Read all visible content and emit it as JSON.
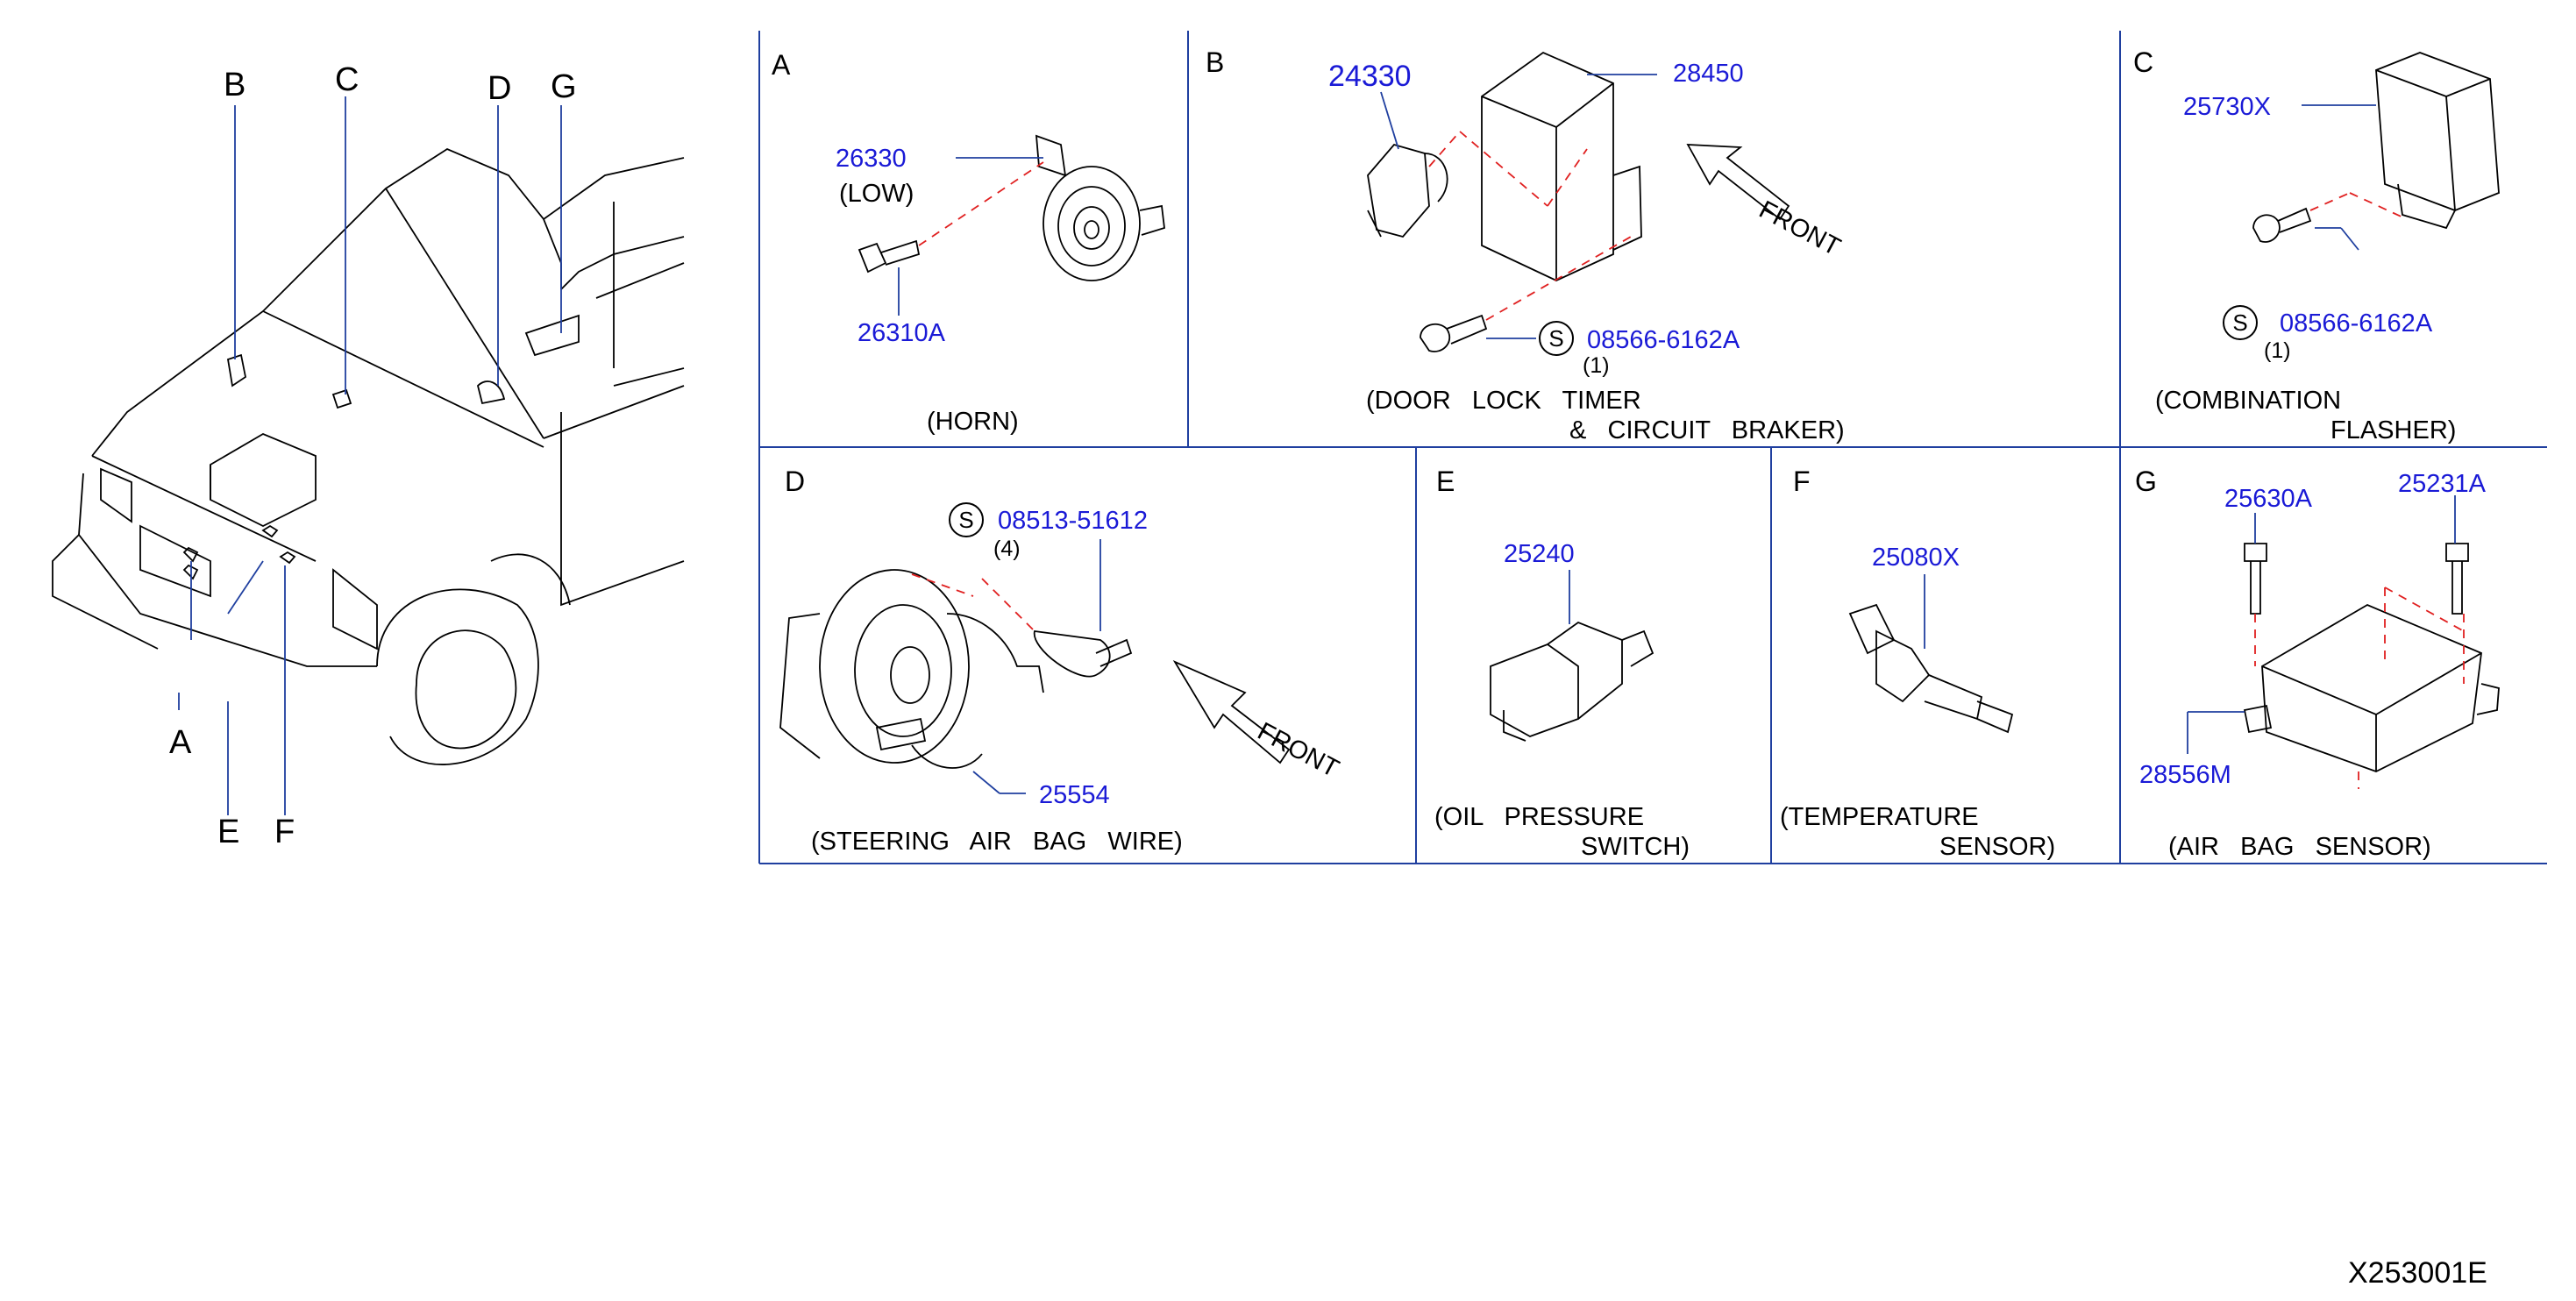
{
  "overview": {
    "callouts": [
      "A",
      "B",
      "C",
      "D",
      "E",
      "F",
      "G"
    ]
  },
  "panels": {
    "A": {
      "letter": "A",
      "parts": [
        {
          "no": "26330",
          "note": "(LOW)"
        },
        {
          "no": "26310A"
        }
      ],
      "caption": [
        "(HORN)"
      ]
    },
    "B": {
      "letter": "B",
      "parts": [
        {
          "no": "24330"
        },
        {
          "no": "28450"
        },
        {
          "no": "08566-6162A",
          "prefix": "S",
          "qty": "(1)"
        }
      ],
      "arrow_label": "FRONT",
      "caption": [
        "(DOOR   LOCK   TIMER",
        "&   CIRCUIT   BRAKER)"
      ]
    },
    "C": {
      "letter": "C",
      "parts": [
        {
          "no": "25730X"
        },
        {
          "no": "08566-6162A",
          "prefix": "S",
          "qty": "(1)"
        }
      ],
      "caption": [
        "(COMBINATION",
        "FLASHER)"
      ]
    },
    "D": {
      "letter": "D",
      "parts": [
        {
          "no": "08513-51612",
          "prefix": "S",
          "qty": "(4)"
        },
        {
          "no": "25554"
        }
      ],
      "arrow_label": "FRONT",
      "caption": [
        "(STEERING   AIR   BAG   WIRE)"
      ]
    },
    "E": {
      "letter": "E",
      "parts": [
        {
          "no": "25240"
        }
      ],
      "caption": [
        "(OIL   PRESSURE",
        "SWITCH)"
      ]
    },
    "F": {
      "letter": "F",
      "parts": [
        {
          "no": "25080X"
        }
      ],
      "caption": [
        "(TEMPERATURE",
        "SENSOR)"
      ]
    },
    "G": {
      "letter": "G",
      "parts": [
        {
          "no": "25630A"
        },
        {
          "no": "25231A"
        },
        {
          "no": "28556M"
        }
      ],
      "caption": [
        "(AIR   BAG   SENSOR)"
      ]
    }
  },
  "diagram_code": "X253001E",
  "colors": {
    "part_number": "#1a1ad6",
    "leader": "#1f3f9f",
    "dashed": "#e02020",
    "line": "#000000"
  }
}
